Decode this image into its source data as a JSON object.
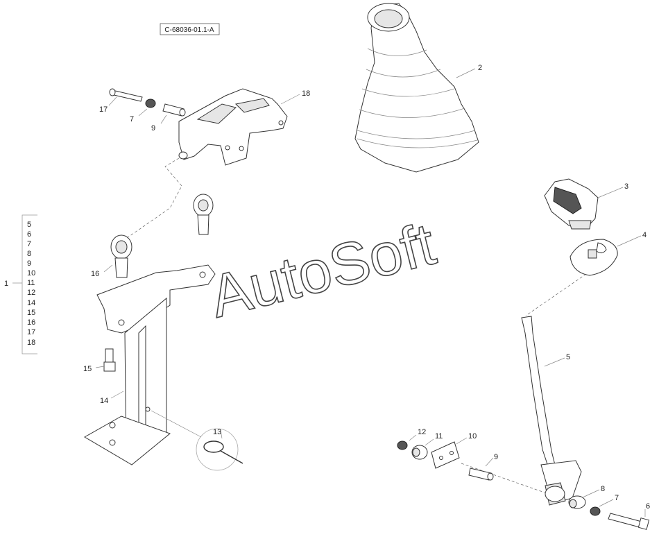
{
  "drawing_ref": "C-68036-01.1-A",
  "watermark": "AutoSoft",
  "group": {
    "label": "1",
    "items": [
      "5",
      "6",
      "7",
      "8",
      "9",
      "10",
      "11",
      "12",
      "14",
      "15",
      "16",
      "17",
      "18"
    ]
  },
  "callouts": {
    "c2": "2",
    "c3": "3",
    "c4": "4",
    "c5": "5",
    "c6": "6",
    "c7a": "7",
    "c7b": "7",
    "c8": "8",
    "c9a": "9",
    "c9b": "9",
    "c10": "10",
    "c11": "11",
    "c12": "12",
    "c13": "13",
    "c14": "14",
    "c15": "15",
    "c16": "16",
    "c17": "17",
    "c18": "18"
  }
}
